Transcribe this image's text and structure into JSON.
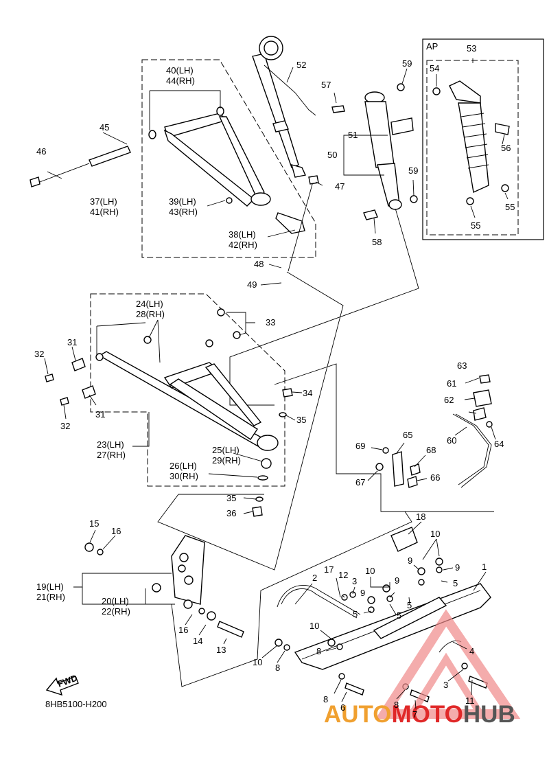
{
  "diagram": {
    "code": "8HB5100-H200",
    "fwd": "FWD",
    "inset_title": "AP",
    "watermark": {
      "part1": "AUTO",
      "part2": "MOTO",
      "part3": "HUB"
    },
    "labels": {
      "l1": "1",
      "l2": "2",
      "l3a": "3",
      "l3b": "3",
      "l4": "4",
      "l5a": "5",
      "l5b": "5",
      "l5c": "5",
      "l5d": "5",
      "l6": "6",
      "l7": "7",
      "l8a": "8",
      "l8b": "8",
      "l8c": "8",
      "l8d": "8",
      "l9a": "9",
      "l9b": "9",
      "l9c": "9",
      "l9d": "9",
      "l10a": "10",
      "l10b": "10",
      "l10c": "10",
      "l10d": "10",
      "l11": "11",
      "l12": "12",
      "l13": "13",
      "l14": "14",
      "l15": "15",
      "l16a": "16",
      "l16b": "16",
      "l17": "17",
      "l18": "18",
      "l19": "19(LH)",
      "l21": "21(RH)",
      "l20": "20(LH)",
      "l22": "22(RH)",
      "l23": "23(LH)",
      "l27": "27(RH)",
      "l24": "24(LH)",
      "l28": "28(RH)",
      "l25": "25(LH)",
      "l29": "29(RH)",
      "l26": "26(LH)",
      "l30": "30(RH)",
      "l31a": "31",
      "l31b": "31",
      "l32a": "32",
      "l32b": "32",
      "l33": "33",
      "l34": "34",
      "l35a": "35",
      "l35b": "35",
      "l36": "36",
      "l37": "37(LH)",
      "l41": "41(RH)",
      "l38": "38(LH)",
      "l42": "42(RH)",
      "l39": "39(LH)",
      "l43": "43(RH)",
      "l40": "40(LH)",
      "l44": "44(RH)",
      "l45": "45",
      "l46": "46",
      "l47": "47",
      "l48": "48",
      "l49": "49",
      "l50": "50",
      "l51": "51",
      "l52": "52",
      "l53": "53",
      "l54": "54",
      "l55a": "55",
      "l55b": "55",
      "l56": "56",
      "l57": "57",
      "l58": "58",
      "l59a": "59",
      "l59b": "59",
      "l60": "60",
      "l61": "61",
      "l62": "62",
      "l63": "63",
      "l64": "64",
      "l65": "65",
      "l66": "66",
      "l67": "67",
      "l68": "68",
      "l69": "69"
    }
  },
  "colors": {
    "ink": "#000000",
    "watermark_red": "#e02828",
    "watermark_orange": "#f0a030",
    "watermark_gray": "#555555",
    "triangle_fill": "#f08a8a"
  }
}
